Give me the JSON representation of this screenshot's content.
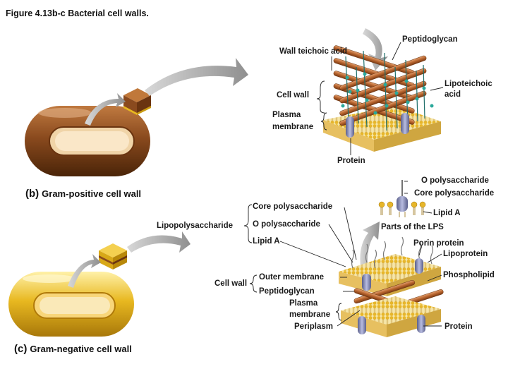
{
  "figure": {
    "title": "Figure 4.13b-c Bacterial cell walls."
  },
  "panel_b": {
    "tag": "(b)",
    "caption": "Gram-positive cell wall",
    "labels": {
      "wall_teichoic_acid": "Wall teichoic acid",
      "peptidoglycan": "Peptidoglycan",
      "lipoteichoic_acid_1": "Lipoteichoic",
      "lipoteichoic_acid_2": "acid",
      "cell_wall": "Cell wall",
      "plasma_membrane_1": "Plasma",
      "plasma_membrane_2": "membrane",
      "protein": "Protein"
    }
  },
  "panel_c": {
    "tag": "(c)",
    "caption": "Gram-negative cell wall",
    "labels": {
      "o_polysaccharide_top": "O polysaccharide",
      "core_polysaccharide_top": "Core polysaccharide",
      "lipid_a_right": "Lipid A",
      "parts_of_lps": "Parts of the LPS",
      "core_polysaccharide": "Core polysaccharide",
      "lipopolysaccharide": "Lipopolysaccharide",
      "o_polysaccharide": "O polysaccharide",
      "lipid_a": "Lipid A",
      "porin_protein": "Porin protein",
      "lipoprotein": "Lipoprotein",
      "phospholipid": "Phospholipid",
      "cell_wall": "Cell wall",
      "outer_membrane": "Outer membrane",
      "peptidoglycan": "Peptidoglycan",
      "plasma_membrane_1": "Plasma",
      "plasma_membrane_2": "membrane",
      "periplasm": "Periplasm",
      "protein": "Protein"
    }
  },
  "colors": {
    "gram_positive_cell": "#8a4a1e",
    "gram_negative_cell": "#e8b820",
    "peptidoglycan_rod": "#b8652e",
    "membrane_head": "#e7b62a",
    "teichoic": "#2aa89a",
    "protein": "#8a8fb8",
    "arrow": "#8f8f8f"
  }
}
